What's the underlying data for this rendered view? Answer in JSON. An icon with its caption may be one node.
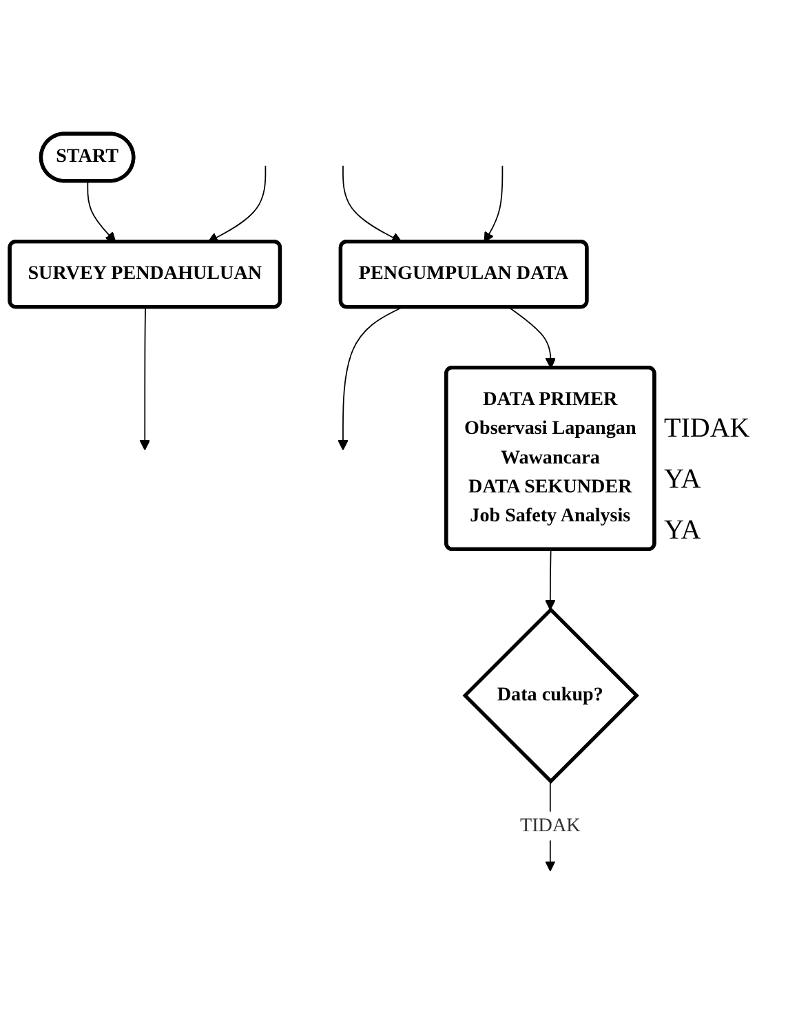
{
  "diagram": {
    "nodes": [
      {
        "text": [
          "START"
        ]
      },
      {
        "text": [
          "SURVEY PENDAHULUAN"
        ]
      },
      {
        "text": [
          "PENGUMPULAN DATA"
        ]
      },
      {
        "text": [
          "DATA PRIMER",
          "Observasi Lapangan",
          "Wawancara",
          "DATA SEKUNDER",
          "Job Safety Analysis"
        ]
      },
      {
        "text": [
          "Data cukup?"
        ]
      }
    ],
    "edges": [
      {
        "from": 0,
        "to": 1,
        "arrow": "to"
      },
      {
        "from": 1,
        "to": null,
        "arrow": "to"
      },
      {
        "from": null,
        "to": 1,
        "arrow": "to"
      },
      {
        "from": null,
        "to": 2,
        "arrow": "to"
      },
      {
        "from": 2,
        "to": null,
        "arrow": "to"
      },
      {
        "from": null,
        "to": 2,
        "arrow": "to"
      },
      {
        "from": 2,
        "to": 3,
        "arrow": "to"
      },
      {
        "from": 3,
        "to": 4,
        "arrow": "to"
      },
      {
        "from": 4,
        "to": null,
        "arrow": "to",
        "label": "TIDAK"
      }
    ],
    "labels": [
      "TIDAK",
      "YA",
      "YA"
    ]
  }
}
